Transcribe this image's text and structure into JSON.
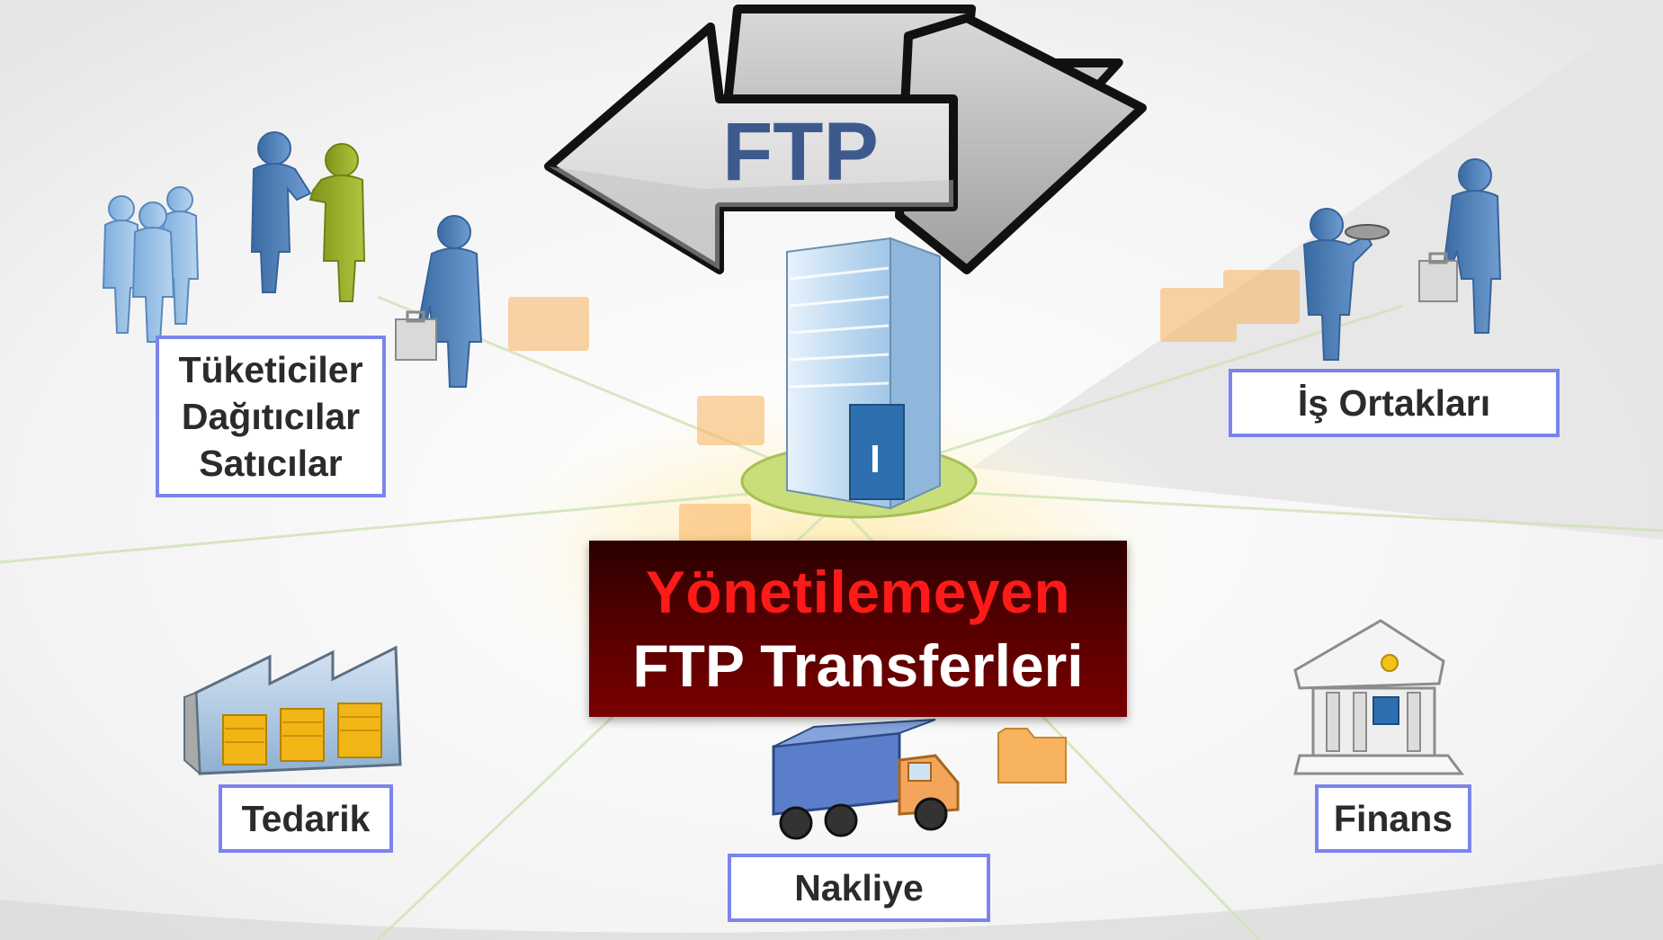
{
  "diagram": {
    "arrow_label": "FTP",
    "center_banner": {
      "line1": "Yönetilemeyen",
      "line2": "FTP Transferleri",
      "line1_color": "#ff1a1a",
      "line2_color": "#ffffff",
      "background": "#5a0000"
    },
    "labels": {
      "consumers": [
        "Tüketiciler",
        "Dağıtıcılar",
        "Satıcılar"
      ],
      "partners": "İş Ortakları",
      "supply": "Tedarik",
      "finance": "Finans",
      "shipping": "Nakliye"
    },
    "colors": {
      "label_border": "#7b84ee",
      "person_blue": "#4f7fb6",
      "person_green": "#8ea424",
      "folder_orange": "#f8b35e",
      "building_base": "#c7de7a"
    },
    "icons": [
      "people-group-icon",
      "handshake-icon",
      "businessman-icon",
      "waiter-icon",
      "office-building-icon",
      "factory-icon",
      "truck-icon",
      "bank-icon",
      "folder-icon",
      "double-arrow-icon"
    ]
  }
}
